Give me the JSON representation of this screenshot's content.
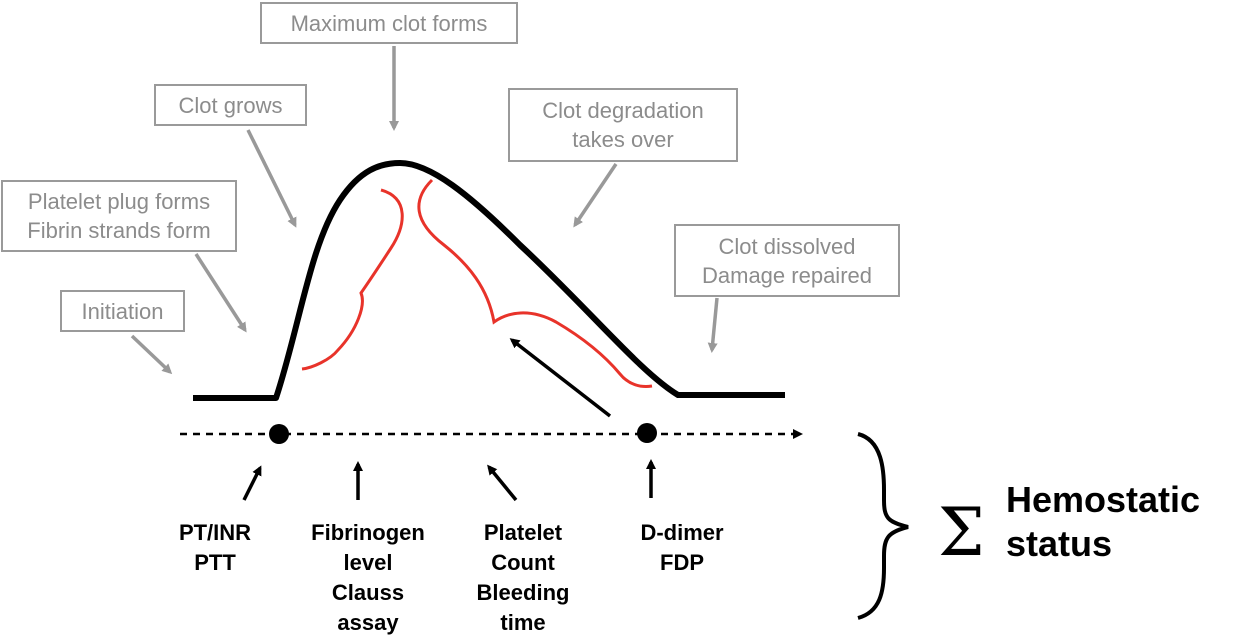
{
  "stages": {
    "initiation": "Initiation",
    "platelet_plug": [
      "Platelet plug forms",
      "Fibrin strands form"
    ],
    "clot_grows": "Clot grows",
    "maximum_clot": "Maximum clot forms",
    "degradation": [
      "Clot degradation",
      "takes over"
    ],
    "dissolved": [
      "Clot dissolved",
      "Damage repaired"
    ]
  },
  "tests": {
    "pt_ptt": [
      "PT/INR",
      "PTT"
    ],
    "fibrinogen": [
      "Fibrinogen",
      "level",
      "Clauss",
      "assay"
    ],
    "platelet": [
      "Platelet",
      "Count",
      "Bleeding",
      "time"
    ],
    "d_dimer": [
      "D-dimer",
      "FDP"
    ]
  },
  "summary": {
    "symbol": "Σ",
    "label": [
      "Hemostatic",
      "status"
    ]
  },
  "colors": {
    "curve": "#000000",
    "brace": "#e8332a",
    "box_border": "#9a9a9a",
    "box_text": "#8c8c8c",
    "arrow": "#999999"
  }
}
